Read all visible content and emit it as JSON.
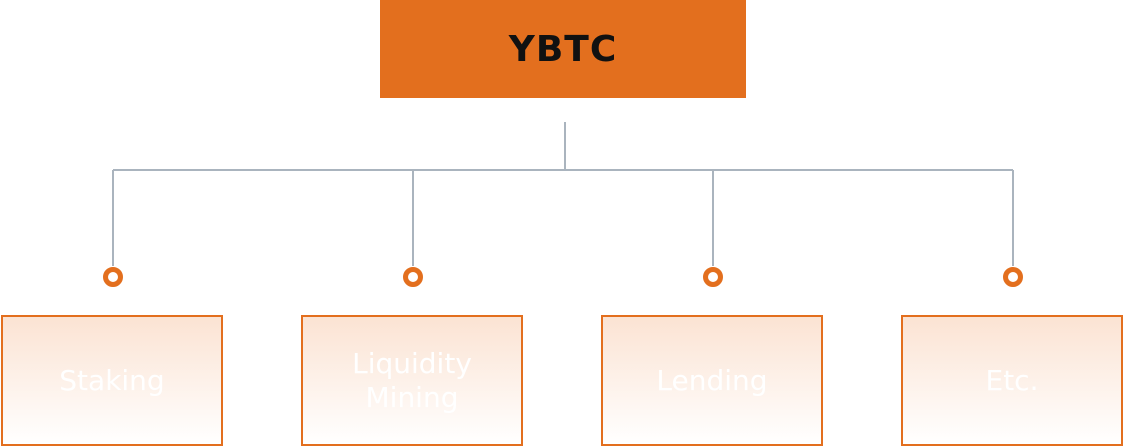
{
  "colors": {
    "accent": "#E36F1E",
    "root_text": "#111111",
    "connector": "#AAB4BE",
    "box_fill_top": "#FBE3D3",
    "box_fill_bottom": "#FFFFFF"
  },
  "root": {
    "label": "YBTC"
  },
  "children": [
    {
      "label": "Staking"
    },
    {
      "label": "Liquidity Mining"
    },
    {
      "label": "Lending"
    },
    {
      "label": "Etc."
    }
  ]
}
